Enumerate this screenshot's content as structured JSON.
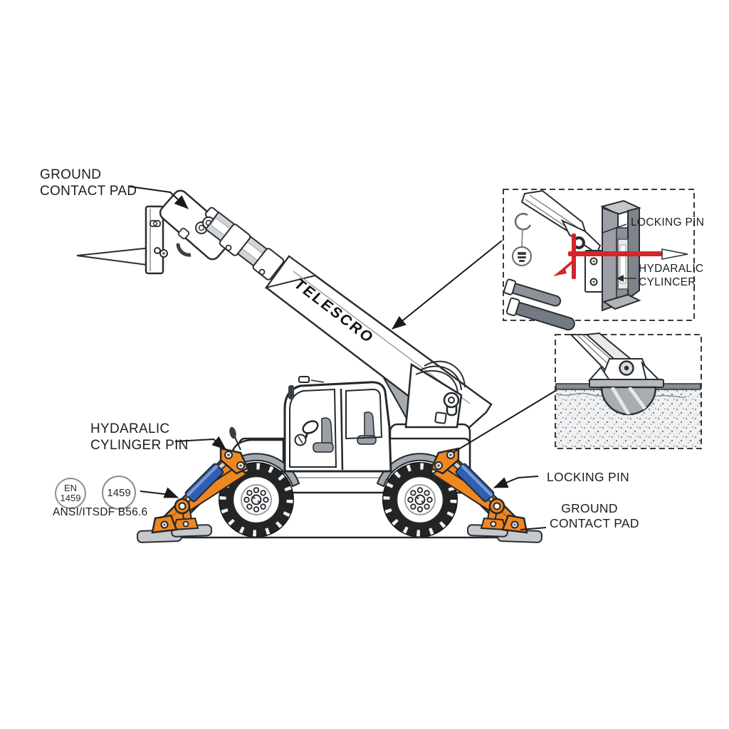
{
  "diagram": {
    "boom_brand": "TELESCRO",
    "labels": {
      "ground_contact_pad_top": {
        "line1": "GROUND",
        "line2": "CONTACT PAD"
      },
      "hydraulic_cylinder_pin": {
        "line1": "HYDARALIC",
        "line2": "CYLINGER PIN"
      },
      "locking_pin_right": "LOCKING PIN",
      "ground_contact_pad_right": {
        "line1": "GROUND",
        "line2": "CONTACT PAD"
      }
    },
    "standards": {
      "badge_en": {
        "line1": "EN",
        "line2": "1459"
      },
      "badge_1459": "1459",
      "ansi_text": "ANSI/ITSDF B56.6"
    },
    "inset_locking_pin": {
      "locking_pin_label": "LOCKING PIN",
      "cylinder_label": {
        "line1": "HYDARALIC",
        "line2": "CYLINCER"
      }
    },
    "colors": {
      "stabilizer_orange": "#F0861F",
      "cylinder_blue": "#2F5FB0",
      "locking_pin_red": "#D4262B",
      "pad_gray": "#C6CACD",
      "outline_dark": "#23282C",
      "text": "#1D1D1D"
    },
    "icons": {
      "seal_badge": "seal-stamp-icon",
      "hook": "hook-icon"
    }
  }
}
